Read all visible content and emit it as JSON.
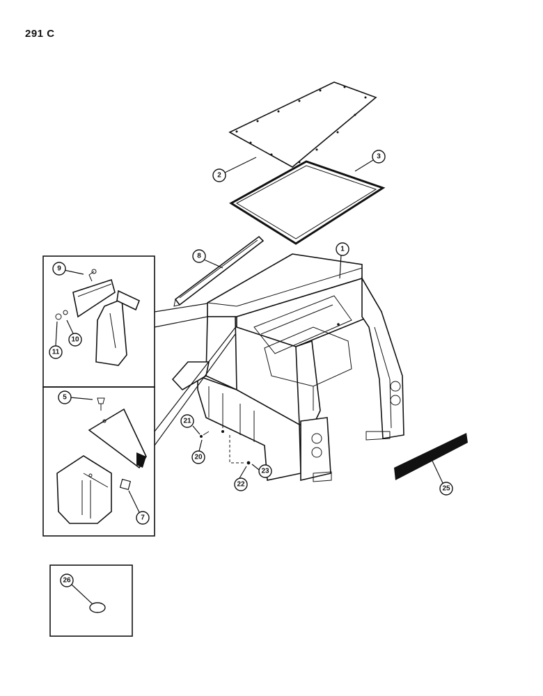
{
  "page_label": "291 C",
  "callouts": {
    "c1": "1",
    "c2": "2",
    "c3": "3",
    "c5": "5",
    "c7": "7",
    "c8": "8",
    "c9": "9",
    "c10": "10",
    "c11": "11",
    "c20": "20",
    "c21": "21",
    "c22": "22",
    "c23": "23",
    "c25": "25",
    "c26": "26"
  }
}
